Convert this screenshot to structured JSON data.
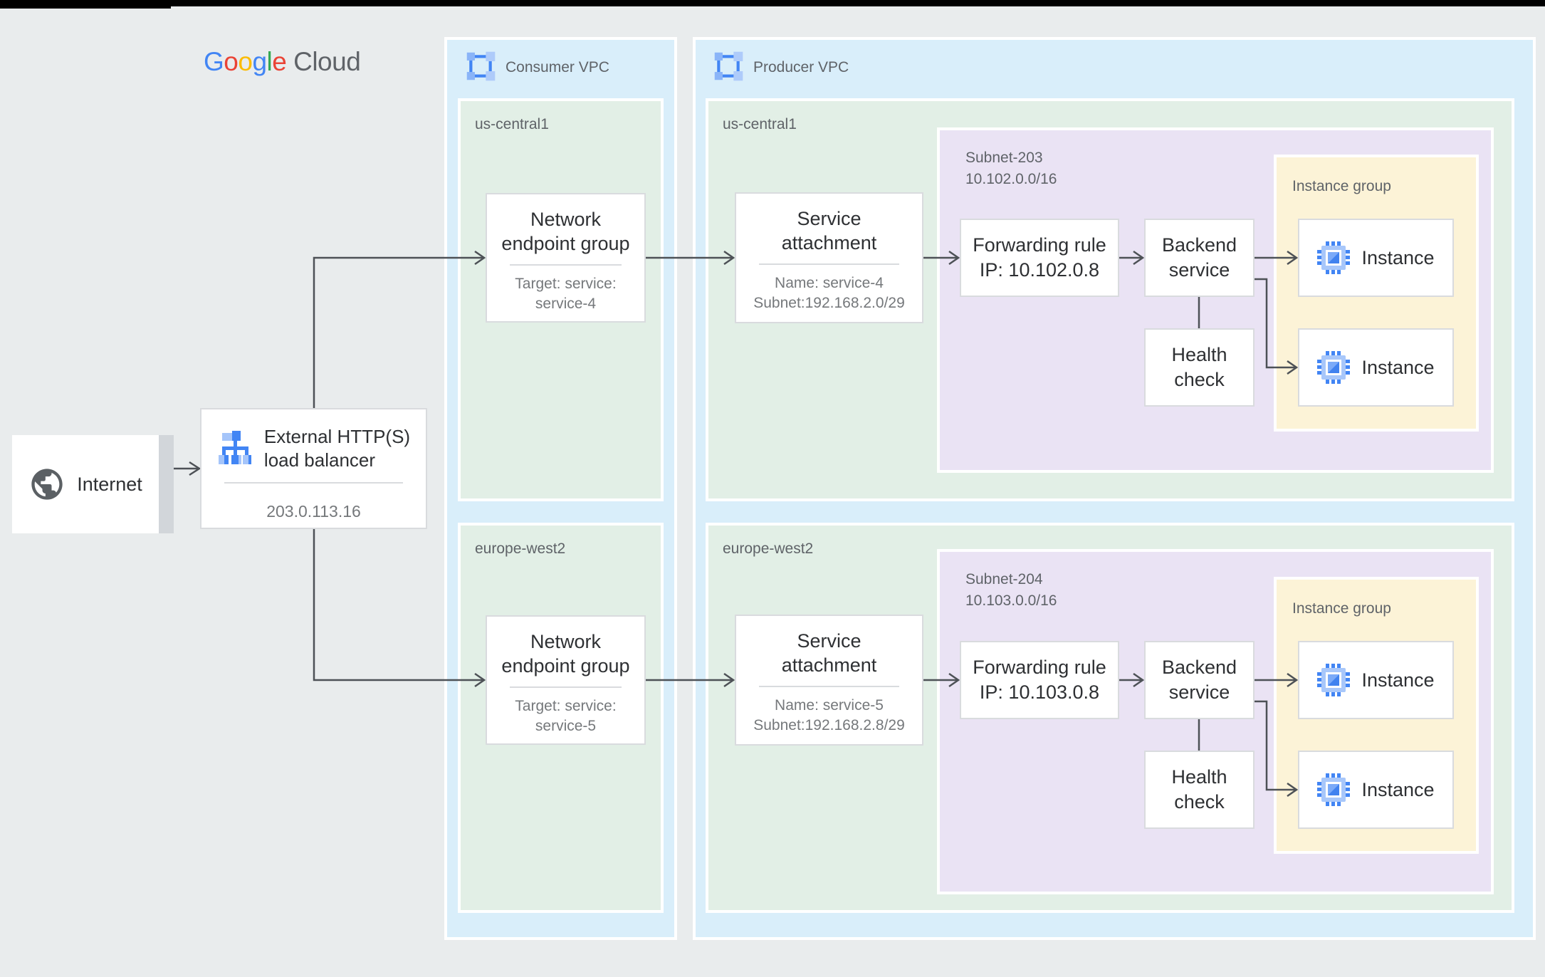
{
  "logo": {
    "l1": "G",
    "l2": "o",
    "l3": "o",
    "l4": "g",
    "l5": "l",
    "l6": "e",
    "cloud": "Cloud",
    "letter_colors": [
      "#4285F4",
      "#EA4335",
      "#FBBC05",
      "#4285F4",
      "#34A853",
      "#EA4335"
    ],
    "cloud_color": "#5f6368"
  },
  "colors": {
    "background": "#e9eced",
    "vpc_blue": "#d9eefa",
    "region_green": "#e2efe6",
    "subnet_purple": "#eae3f4",
    "instance_group_yellow": "#fcf3d7",
    "card_border": "#d9dbde",
    "connector_gray": "#4d5156",
    "label_gray": "#5f6368",
    "title_dark": "#2e3033",
    "sub_gray": "#75787b",
    "icon_blue": "#4285f4",
    "icon_light_blue": "#a8c7fa"
  },
  "internet": {
    "label": "Internet"
  },
  "load_balancer": {
    "title1": "External HTTP(S)",
    "title2": "load balancer",
    "ip": "203.0.113.16"
  },
  "consumer_vpc": {
    "label": "Consumer VPC",
    "regions": [
      {
        "name": "us-central1",
        "neg": {
          "title1": "Network",
          "title2": "endpoint group",
          "sub1": "Target: service:",
          "sub2": "service-4"
        }
      },
      {
        "name": "europe-west2",
        "neg": {
          "title1": "Network",
          "title2": "endpoint group",
          "sub1": "Target: service:",
          "sub2": "service-5"
        }
      }
    ]
  },
  "producer_vpc": {
    "label": "Producer VPC",
    "regions": [
      {
        "name": "us-central1",
        "attachment": {
          "title1": "Service",
          "title2": "attachment",
          "sub1": "Name: service-4",
          "sub2": "Subnet:192.168.2.0/29"
        },
        "subnet": {
          "name": "Subnet-203",
          "cidr": "10.102.0.0/16"
        },
        "forwarding_rule": {
          "line1": "Forwarding rule",
          "line2": "IP: 10.102.0.8"
        },
        "backend_service": {
          "line1": "Backend",
          "line2": "service"
        },
        "health_check": {
          "line1": "Health",
          "line2": "check"
        },
        "instance_group": {
          "label": "Instance group",
          "instance1": "Instance",
          "instance2": "Instance"
        }
      },
      {
        "name": "europe-west2",
        "attachment": {
          "title1": "Service",
          "title2": "attachment",
          "sub1": "Name: service-5",
          "sub2": "Subnet:192.168.2.8/29"
        },
        "subnet": {
          "name": "Subnet-204",
          "cidr": "10.103.0.0/16"
        },
        "forwarding_rule": {
          "line1": "Forwarding rule",
          "line2": "IP: 10.103.0.8"
        },
        "backend_service": {
          "line1": "Backend",
          "line2": "service"
        },
        "health_check": {
          "line1": "Health",
          "line2": "check"
        },
        "instance_group": {
          "label": "Instance group",
          "instance1": "Instance",
          "instance2": "Instance"
        }
      }
    ]
  }
}
